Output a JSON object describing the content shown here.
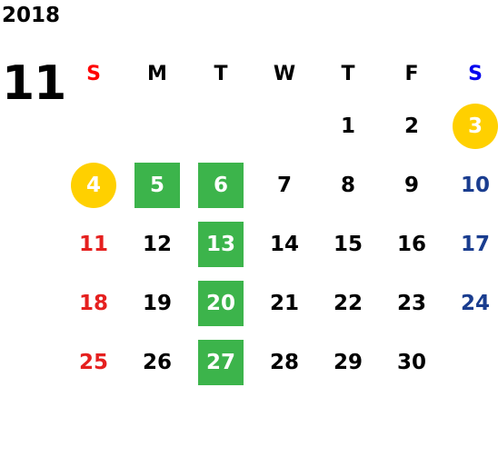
{
  "calendar": {
    "year": "2018",
    "month": "11",
    "weekdays": [
      "S",
      "M",
      "T",
      "W",
      "T",
      "F",
      "S"
    ],
    "weeks": [
      [
        "",
        "",
        "",
        "",
        "1",
        "2",
        "3"
      ],
      [
        "4",
        "5",
        "6",
        "7",
        "8",
        "9",
        "10"
      ],
      [
        "11",
        "12",
        "13",
        "14",
        "15",
        "16",
        "17"
      ],
      [
        "18",
        "19",
        "20",
        "21",
        "22",
        "23",
        "24"
      ],
      [
        "25",
        "26",
        "27",
        "28",
        "29",
        "30",
        ""
      ]
    ]
  },
  "highlights": {
    "circled_days": [
      "3",
      "4"
    ],
    "boxed_days": [
      "5",
      "6",
      "13",
      "20",
      "27"
    ]
  },
  "colors": {
    "sunday_header": "#ff0000",
    "saturday_header": "#0000ee",
    "sunday_text": "#e5201f",
    "saturday_text": "#1a3d8f",
    "circle_fill": "#ffd000",
    "box_fill": "#3cb44b"
  }
}
